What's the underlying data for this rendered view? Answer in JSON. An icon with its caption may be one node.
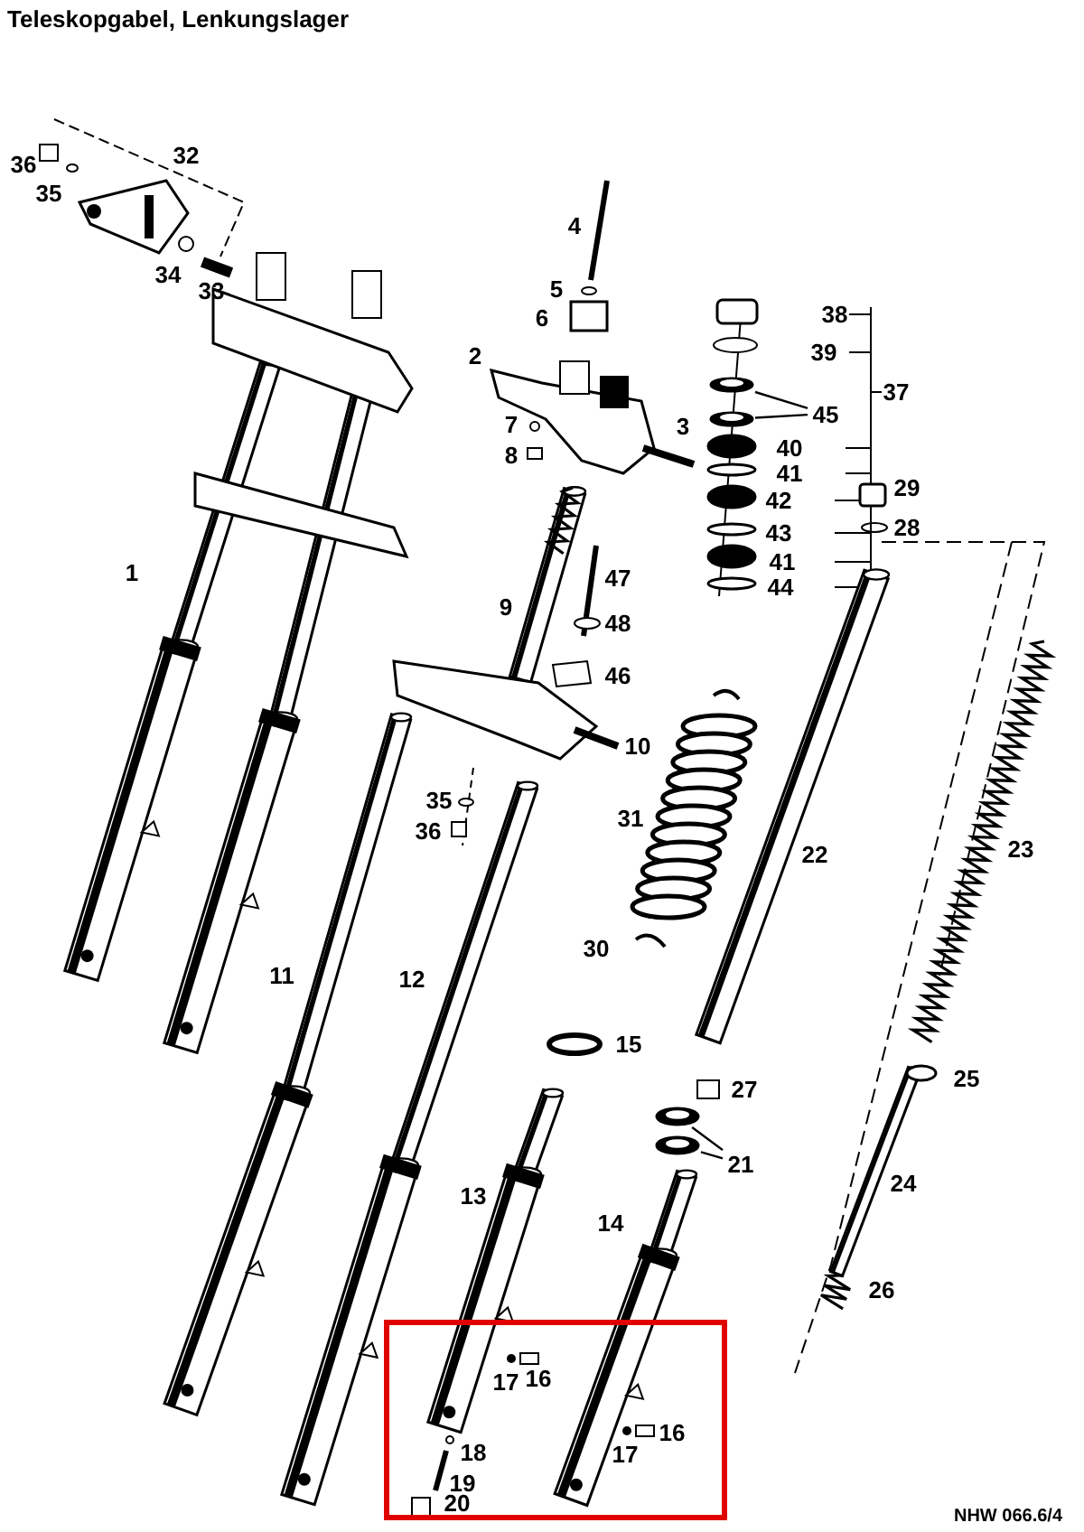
{
  "diagram": {
    "title": "Teleskopgabel, Lenkungslager",
    "nodes": [
      {
        "text": [
          "21"
        ]
      },
      {
        "text": [],
        "shape": "picture"
      },
      {
        "text": [],
        "shape": "picture"
      },
      {
        "text": [
          "45"
        ]
      },
      {
        "text": [],
        "shape": "picture"
      },
      {
        "text": [],
        "shape": "picture"
      }
    ],
    "edges": [
      {
        "from": 0,
        "to": 1,
        "arrow": "none"
      },
      {
        "from": 0,
        "to": 2,
        "arrow": "none"
      },
      {
        "from": 3,
        "to": 4,
        "arrow": "none"
      },
      {
        "from": 3,
        "to": 5,
        "arrow": "none"
      }
    ],
    "labels": [
      "32",
      "36",
      "35",
      "4",
      "34",
      "33",
      "38",
      "5",
      "6",
      "39",
      "2",
      "37",
      "40",
      "3",
      "7",
      "41",
      "8",
      "42",
      "29",
      "28",
      "43",
      "41",
      "44",
      "1",
      "47",
      "9",
      "48",
      "46",
      "10",
      "35",
      "36",
      "31",
      "22",
      "23",
      "30",
      "11",
      "12",
      "15",
      "25",
      "27",
      "13",
      "24",
      "14",
      "17",
      "16",
      "26",
      "16",
      "18",
      "17",
      "19",
      "20",
      "NHW 066.6/4"
    ]
  }
}
